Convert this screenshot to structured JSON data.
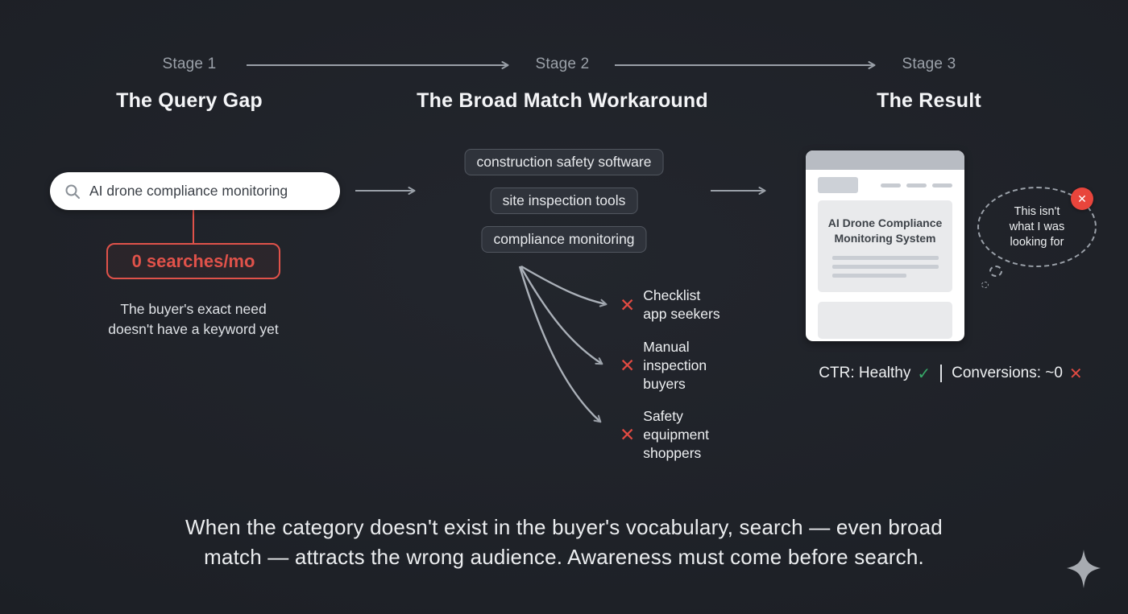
{
  "stages": [
    {
      "label": "Stage 1",
      "title": "The Query Gap"
    },
    {
      "label": "Stage 2",
      "title": "The Broad Match Workaround"
    },
    {
      "label": "Stage 3",
      "title": "The Result"
    }
  ],
  "stage1": {
    "search_query": "AI drone compliance monitoring",
    "search_volume_badge": "0 searches/mo",
    "caption_line1": "The buyer's exact need",
    "caption_line2": "doesn't have a keyword yet"
  },
  "stage2": {
    "keywords": [
      "construction safety software",
      "site inspection tools",
      "compliance monitoring"
    ],
    "audiences": [
      {
        "lines": [
          "Checklist",
          "app seekers"
        ]
      },
      {
        "lines": [
          "Manual",
          "inspection",
          "buyers"
        ]
      },
      {
        "lines": [
          "Safety",
          "equipment",
          "shoppers"
        ]
      }
    ]
  },
  "stage3": {
    "page_title_line1": "AI Drone Compliance",
    "page_title_line2": "Monitoring System",
    "thought_line1": "This isn't",
    "thought_line2": "what I was",
    "thought_line3": "looking for",
    "ctr_label": "CTR: Healthy",
    "conversions_label": "Conversions: ~0"
  },
  "footer": {
    "line1": "When the category doesn't exist in the buyer's vocabulary, search — even broad",
    "line2": "match — attracts the wrong audience. Awareness must come before search."
  },
  "icons": {
    "check": "✓",
    "cross": "✕"
  },
  "colors": {
    "background": "#1d2026",
    "accent_red": "#e0524a",
    "accent_green": "#37a968",
    "arrow_gray": "#9aa0a8"
  }
}
